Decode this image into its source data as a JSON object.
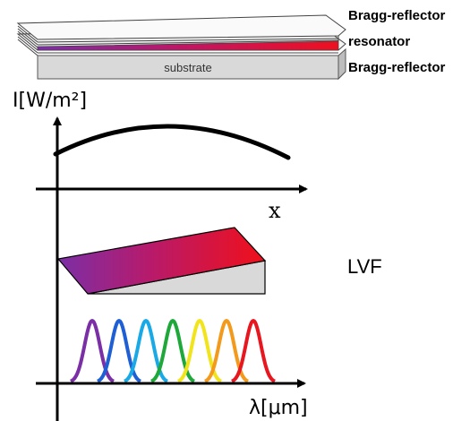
{
  "labels": {
    "bragg_top": "Bragg-reflector",
    "resonator": "resonator",
    "bragg_bottom": "Bragg-reflector",
    "substrate": "substrate",
    "intensity_axis": "I[W/m²]",
    "x_axis": "x",
    "lvf": "LVF",
    "wavelength_axis": "λ[μm]"
  },
  "colors": {
    "axis": "#000000",
    "resonator_gradient": [
      "#7b2fa6",
      "#e8102a"
    ],
    "substrate": "#d9d9d9",
    "peaks": [
      "#7b2fa6",
      "#1f5fd6",
      "#19a9e6",
      "#1fa83a",
      "#f2e41a",
      "#f39a1c",
      "#e8161e"
    ]
  },
  "spectral_peaks": {
    "count": 7,
    "colors": [
      "violet",
      "blue",
      "cyan",
      "green",
      "yellow",
      "orange",
      "red"
    ]
  }
}
